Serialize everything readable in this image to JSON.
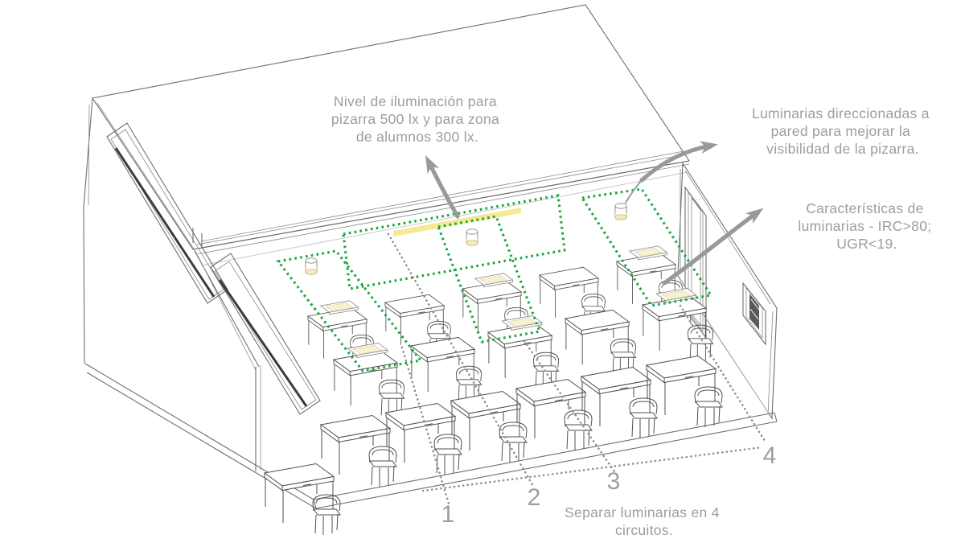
{
  "annotations": {
    "illumination": {
      "line1": "Nivel de iluminación para",
      "line2": "pizarra 500 lx y para zona",
      "line3": "de alumnos 300 lx."
    },
    "wall_luminaires": {
      "line1": "Luminarias direccionadas a",
      "line2": "pared para mejorar la",
      "line3": "visibilidad de la pizarra."
    },
    "luminaire_specs": {
      "line1": "Características de",
      "line2": "luminarias - IRC>80;",
      "line3": "UGR<19."
    },
    "circuits_note": {
      "line1": "Separar luminarias en 4",
      "line2": "circuitos."
    }
  },
  "circuit_labels": {
    "c1": "1",
    "c2": "2",
    "c3": "3",
    "c4": "4"
  },
  "colors": {
    "annotation_text": "#9b9da1",
    "circuit_green": "#16a53b",
    "pizarra_highlight": "#f5e88e",
    "luminaire_panel": "#f7f1d2",
    "drawing_line": "#4f4f4f",
    "leader_gray": "#909295",
    "arrow_gray": "#98999d"
  }
}
